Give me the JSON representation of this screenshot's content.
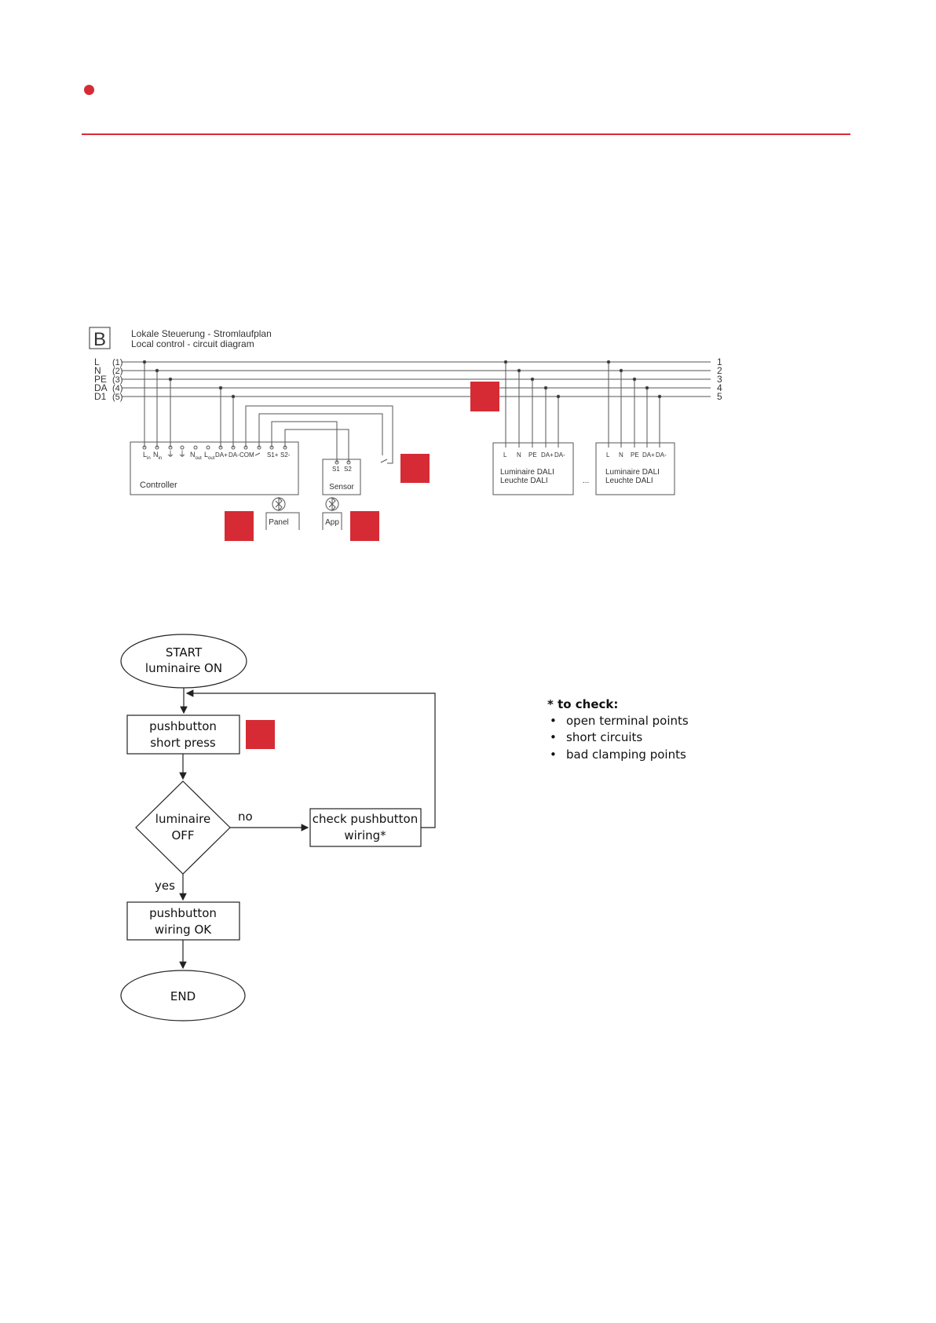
{
  "colors": {
    "accent": "#d62b35",
    "line": "#444444"
  },
  "circuit": {
    "section_letter": "B",
    "title_de": "Lokale Steuerung - Stromlaufplan",
    "title_en": "Local control - circuit diagram",
    "buses": [
      {
        "name": "L",
        "num": "(1)",
        "right": "1"
      },
      {
        "name": "N",
        "num": "(2)",
        "right": "2"
      },
      {
        "name": "PE",
        "num": "(3)",
        "right": "3"
      },
      {
        "name": "DA",
        "num": "(4)",
        "right": "4"
      },
      {
        "name": "D1",
        "num": "(5)",
        "right": "5"
      }
    ],
    "controller": {
      "label": "Controller",
      "t_lin": "L",
      "t_lin_sub": "in",
      "t_nin": "N",
      "t_nin_sub": "in",
      "t_pe1": "⏚",
      "t_pe2": "⏚",
      "t_nout": "N",
      "t_nout_sub": "out",
      "t_lout": "L",
      "t_lout_sub": "out",
      "t_dap": "DA+",
      "t_dam": "DA-",
      "t_com": "COM",
      "t_s1": "S1+",
      "t_s2": "S2-"
    },
    "sensor": {
      "label": "Sensor",
      "s1": "S1",
      "s2": "S2"
    },
    "panel": {
      "label": "Panel"
    },
    "app": {
      "label": "App"
    },
    "luminaire_terminals": [
      "L",
      "N",
      "PE",
      "DA+",
      "DA-"
    ],
    "luminaire_label_1": "Luminaire DALI",
    "luminaire_label_2": "Leuchte DALI",
    "ellipsis": "..."
  },
  "flowchart": {
    "start_1": "START",
    "start_2": "luminaire ON",
    "push_1": "pushbutton",
    "push_2": "short press",
    "decision_1": "luminaire",
    "decision_2": "OFF",
    "no": "no",
    "yes": "yes",
    "check_1": "check pushbutton",
    "check_2": "wiring*",
    "ok_1": "pushbutton",
    "ok_2": "wiring OK",
    "end": "END"
  },
  "notes": {
    "title": "* to check:",
    "items": [
      "open terminal points",
      "short circuits",
      "bad clamping points"
    ]
  }
}
